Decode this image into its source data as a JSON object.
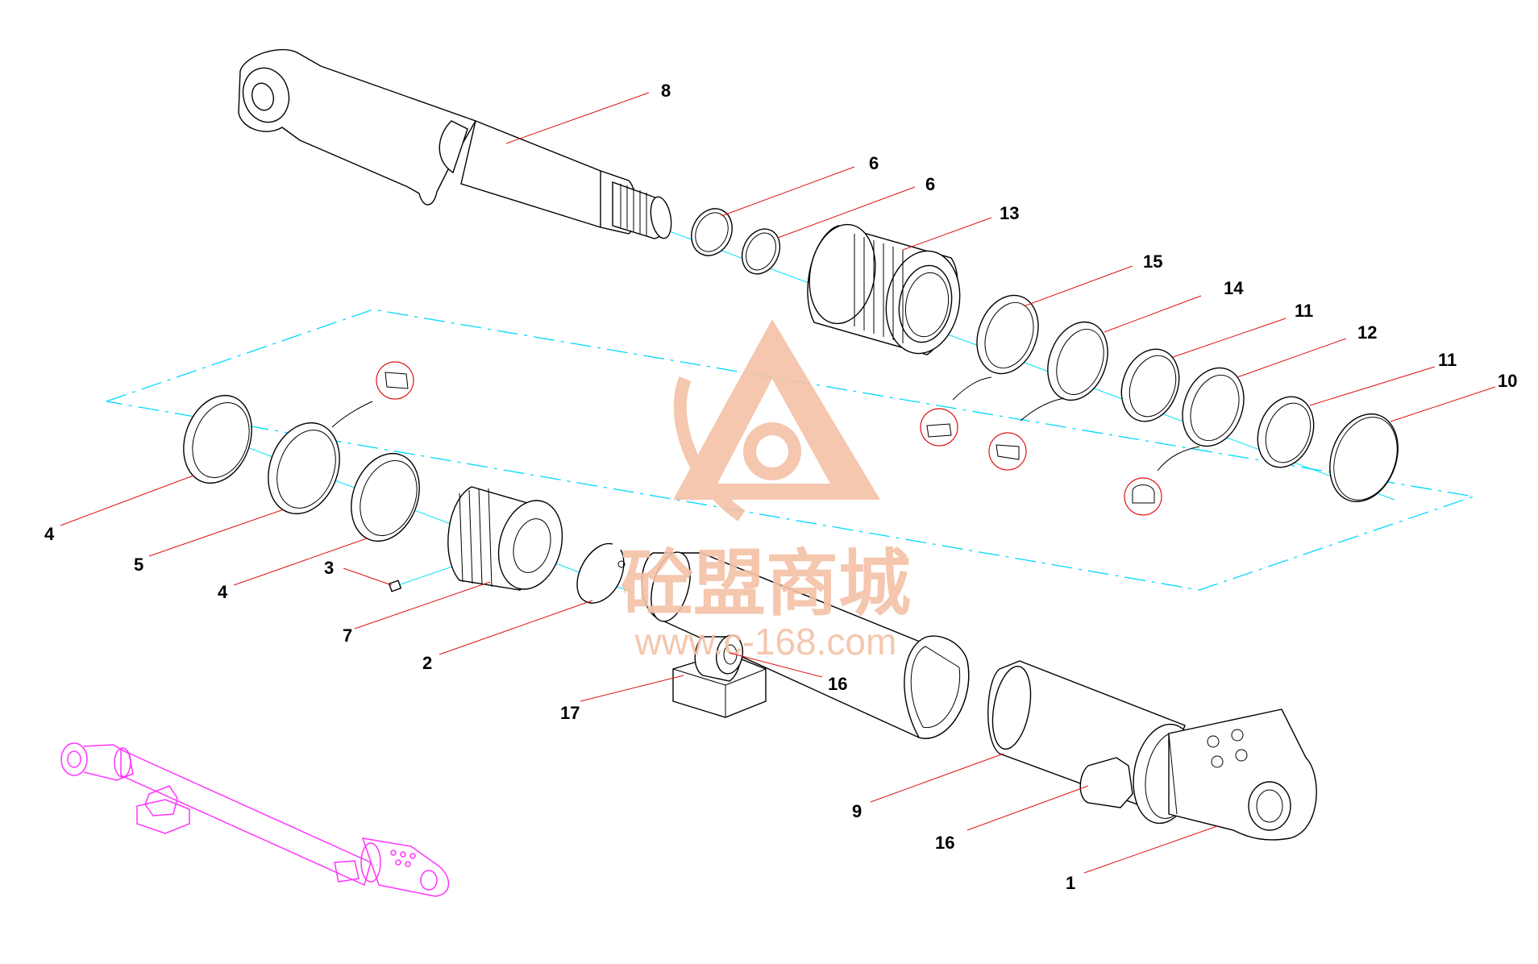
{
  "callouts": [
    {
      "id": "c8",
      "label": "8"
    },
    {
      "id": "c6a",
      "label": "6"
    },
    {
      "id": "c6b",
      "label": "6"
    },
    {
      "id": "c13",
      "label": "13"
    },
    {
      "id": "c15",
      "label": "15"
    },
    {
      "id": "c14",
      "label": "14"
    },
    {
      "id": "c11a",
      "label": "11"
    },
    {
      "id": "c12",
      "label": "12"
    },
    {
      "id": "c11b",
      "label": "11"
    },
    {
      "id": "c10",
      "label": "10"
    },
    {
      "id": "c4a",
      "label": "4"
    },
    {
      "id": "c5",
      "label": "5"
    },
    {
      "id": "c4b",
      "label": "4"
    },
    {
      "id": "c3",
      "label": "3"
    },
    {
      "id": "c7",
      "label": "7"
    },
    {
      "id": "c2",
      "label": "2"
    },
    {
      "id": "c16a",
      "label": "16"
    },
    {
      "id": "c17",
      "label": "17"
    },
    {
      "id": "c9",
      "label": "9"
    },
    {
      "id": "c16b",
      "label": "16"
    },
    {
      "id": "c1",
      "label": "1"
    }
  ],
  "watermark": {
    "name": "砼盟商城",
    "url": "www.c-168.com",
    "color": "#f3c2a6"
  },
  "colors": {
    "leader": "#e01010",
    "axis": "#00e0ff",
    "overview": "#ff33ff"
  }
}
